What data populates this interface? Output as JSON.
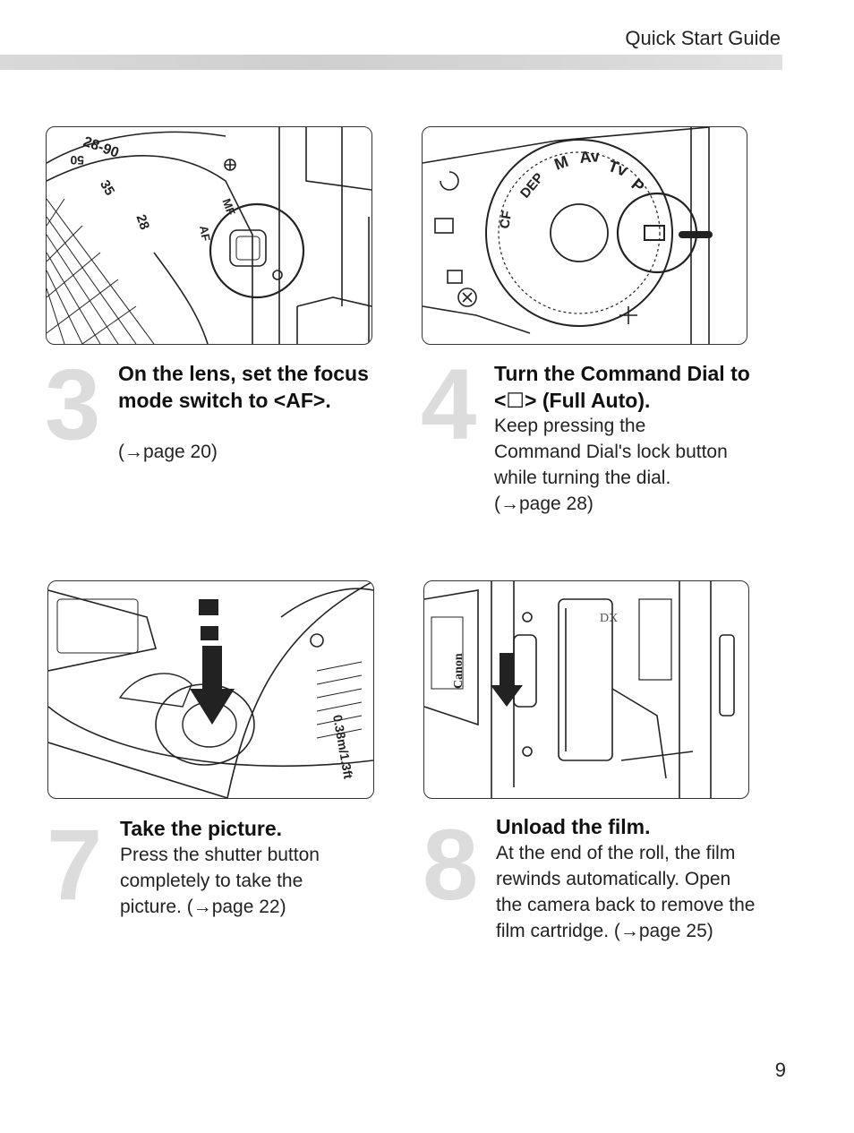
{
  "header": {
    "title": "Quick Start Guide"
  },
  "steps": [
    {
      "number": "3",
      "title": "On the lens, set the focus mode switch to <AF>.",
      "body": "",
      "ref": "(→page 20)"
    },
    {
      "number": "4",
      "title": "Turn the Command Dial to <☐> (Full Auto).",
      "body": "Keep pressing the Command Dial's lock button while turning the dial. (→page 28)",
      "ref": ""
    },
    {
      "number": "7",
      "title": "Take the picture.",
      "body": "Press the shutter button completely to take the picture. (→page 22)",
      "ref": ""
    },
    {
      "number": "8",
      "title": "Unload the film.",
      "body": "At the end of the roll, the film rewinds automatically. Open the camera back to remove the film cartridge. (→page 25)",
      "ref": ""
    }
  ],
  "illustrations": {
    "lens": {
      "marks": [
        "28-90",
        "50",
        "35",
        "28",
        "AF",
        "MF"
      ]
    },
    "dial": {
      "marks": [
        "M",
        "Av",
        "Tv",
        "P",
        "DEP",
        "CF"
      ]
    },
    "shutter": {
      "marks": [
        "0.38m/1.3ft"
      ]
    },
    "film": {
      "marks": [
        "Canon",
        "DX"
      ]
    }
  },
  "page_number": "9"
}
